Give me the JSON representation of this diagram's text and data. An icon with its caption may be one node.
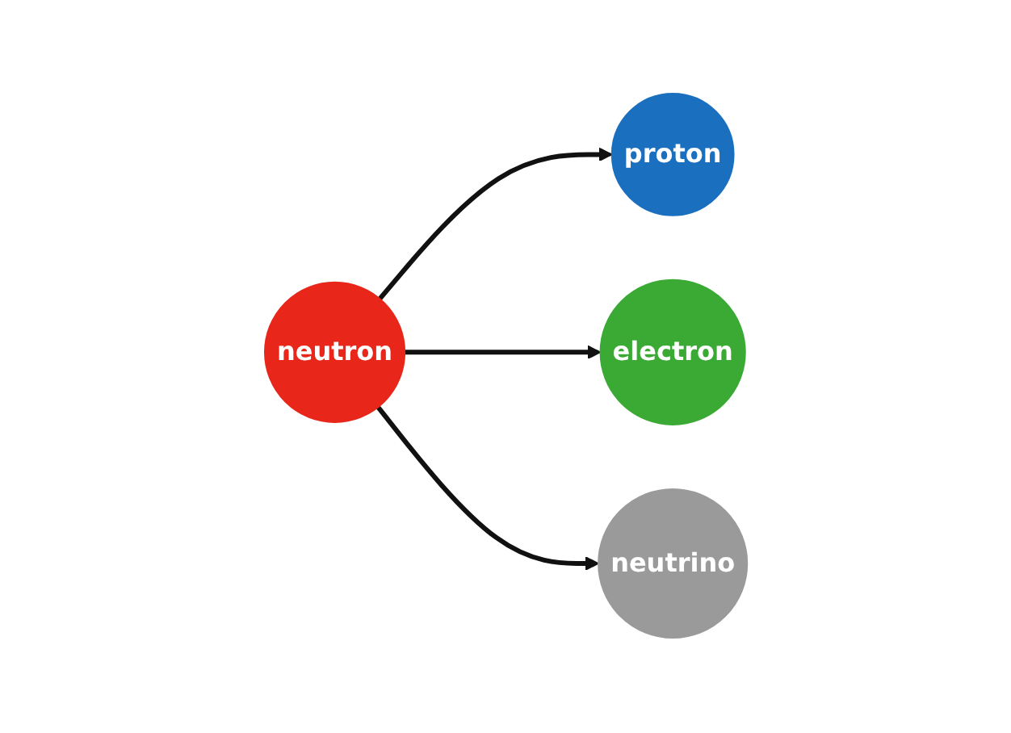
{
  "diagram": {
    "nodes": [
      {
        "text": [
          "neutron"
        ]
      },
      {
        "text": [
          "proton"
        ]
      },
      {
        "text": [
          "electron"
        ]
      },
      {
        "text": [
          "neutrino"
        ]
      }
    ],
    "edges": [
      {
        "from": 0,
        "to": 1,
        "arrow": "to"
      },
      {
        "from": 0,
        "to": 2,
        "arrow": "to"
      },
      {
        "from": 0,
        "to": 3,
        "arrow": "to"
      }
    ]
  }
}
